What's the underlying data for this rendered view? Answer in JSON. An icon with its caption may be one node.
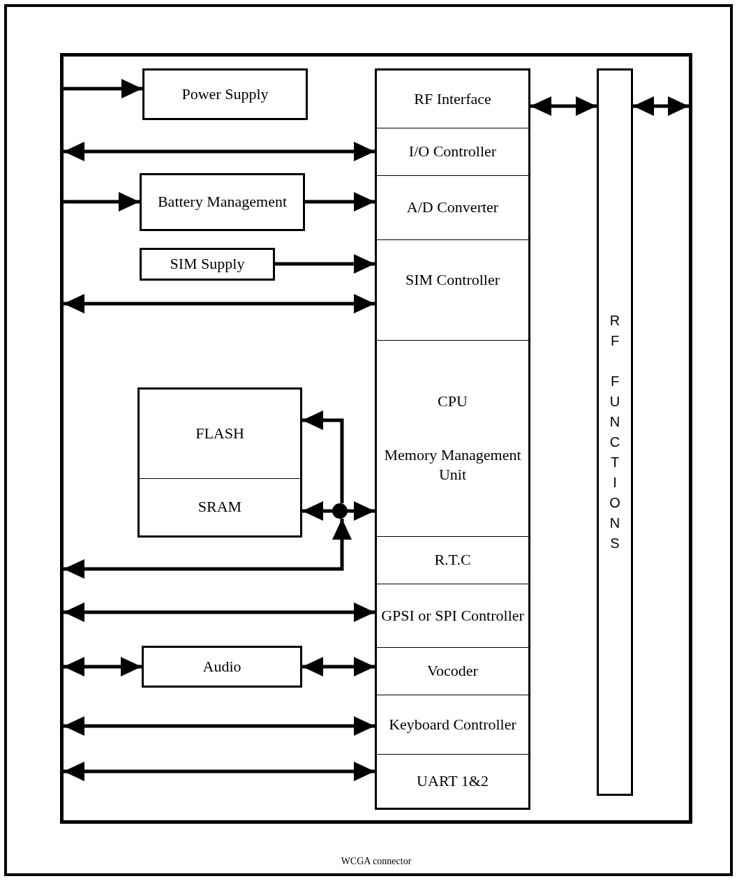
{
  "diagram": {
    "nodes": [
      {
        "text": [],
        "shape": "box",
        "beside": [
          "WCGA connector"
        ]
      },
      {
        "text": [
          "Power Supply"
        ],
        "in": 0
      },
      {
        "text": [
          "Battery Management"
        ],
        "in": 0
      },
      {
        "text": [
          "SIM Supply"
        ],
        "in": 0
      },
      {
        "text": [
          "FLASH"
        ],
        "in": 0
      },
      {
        "text": [
          "SRAM"
        ],
        "in": 0
      },
      {
        "text": [],
        "shape": "circle",
        "in": 0
      },
      {
        "text": [
          "RF Interface"
        ],
        "in": 0
      },
      {
        "text": [
          "I/O Controller"
        ],
        "in": 0
      },
      {
        "text": [
          "A/D Converter"
        ],
        "in": 0
      },
      {
        "text": [
          "SIM Controller"
        ],
        "in": 0
      },
      {
        "text": [
          "CPU",
          "Memory Management Unit"
        ],
        "in": 0
      },
      {
        "text": [
          "R.T.C"
        ],
        "in": 0
      },
      {
        "text": [
          "GPSI or SPI Controller"
        ],
        "in": 0
      },
      {
        "text": [
          "Audio"
        ],
        "in": 0
      },
      {
        "text": [
          "Vocoder"
        ],
        "in": 0
      },
      {
        "text": [
          "Keyboard Controller"
        ],
        "in": 0
      },
      {
        "text": [
          "UART 1&2"
        ],
        "in": 0
      },
      {
        "text": [
          "RF FUNCTIONS"
        ],
        "in": 0
      }
    ],
    "edges": [
      {
        "from": 0,
        "to": 1,
        "arrow": "to"
      },
      {
        "from": 0,
        "to": 8,
        "arrow": "both"
      },
      {
        "from": 0,
        "to": 2,
        "arrow": "to"
      },
      {
        "from": 2,
        "to": 9,
        "arrow": "to"
      },
      {
        "from": 3,
        "to": 10,
        "arrow": "to"
      },
      {
        "from": 0,
        "to": 10,
        "arrow": "both"
      },
      {
        "from": 6,
        "to": 4,
        "arrow": "to"
      },
      {
        "from": 6,
        "to": 5,
        "arrow": "to"
      },
      {
        "from": 6,
        "to": 11,
        "arrow": "to"
      },
      {
        "from": 0,
        "to": 6,
        "arrow": "both"
      },
      {
        "from": 0,
        "to": 13,
        "arrow": "both"
      },
      {
        "from": 0,
        "to": 14,
        "arrow": "both"
      },
      {
        "from": 14,
        "to": 15,
        "arrow": "both"
      },
      {
        "from": 0,
        "to": 16,
        "arrow": "both"
      },
      {
        "from": 0,
        "to": 17,
        "arrow": "both"
      },
      {
        "from": 7,
        "to": 18,
        "arrow": "both"
      },
      {
        "from": 18,
        "to": 0,
        "arrow": "both"
      }
    ]
  }
}
